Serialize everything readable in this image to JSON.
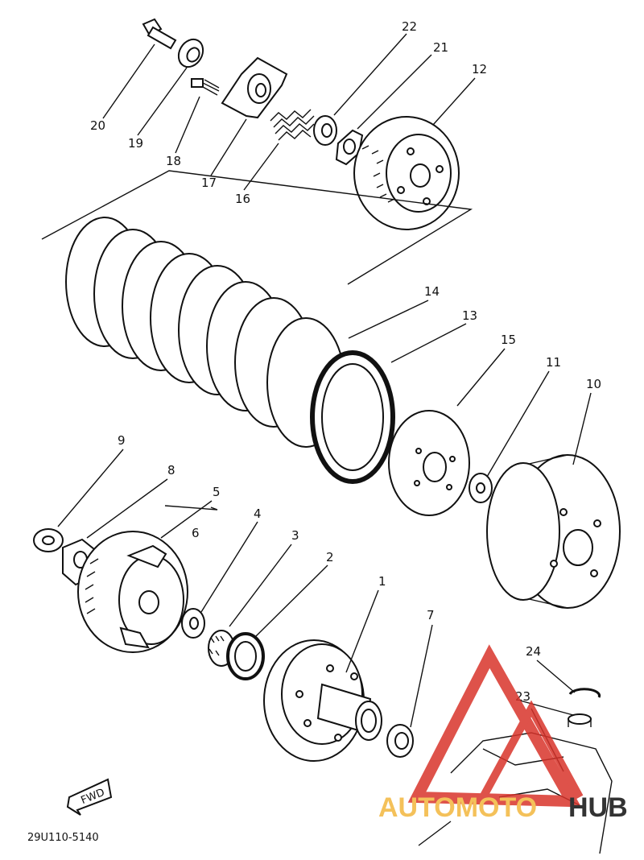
{
  "diagram": {
    "part_labels": [
      "1",
      "2",
      "3",
      "4",
      "5",
      "6",
      "7",
      "8",
      "9",
      "10",
      "11",
      "12",
      "13",
      "14",
      "15",
      "16",
      "17",
      "18",
      "19",
      "20",
      "21",
      "22",
      "23",
      "24"
    ],
    "drawing_code": "29U110-5140",
    "fwd_label": "FWD"
  },
  "watermark": {
    "text_main": "AUTOMOTO",
    "text_tail": "HUB",
    "color_main": "#f4c15a",
    "color_tail": "#333333",
    "logo_color": "#d9342b"
  }
}
